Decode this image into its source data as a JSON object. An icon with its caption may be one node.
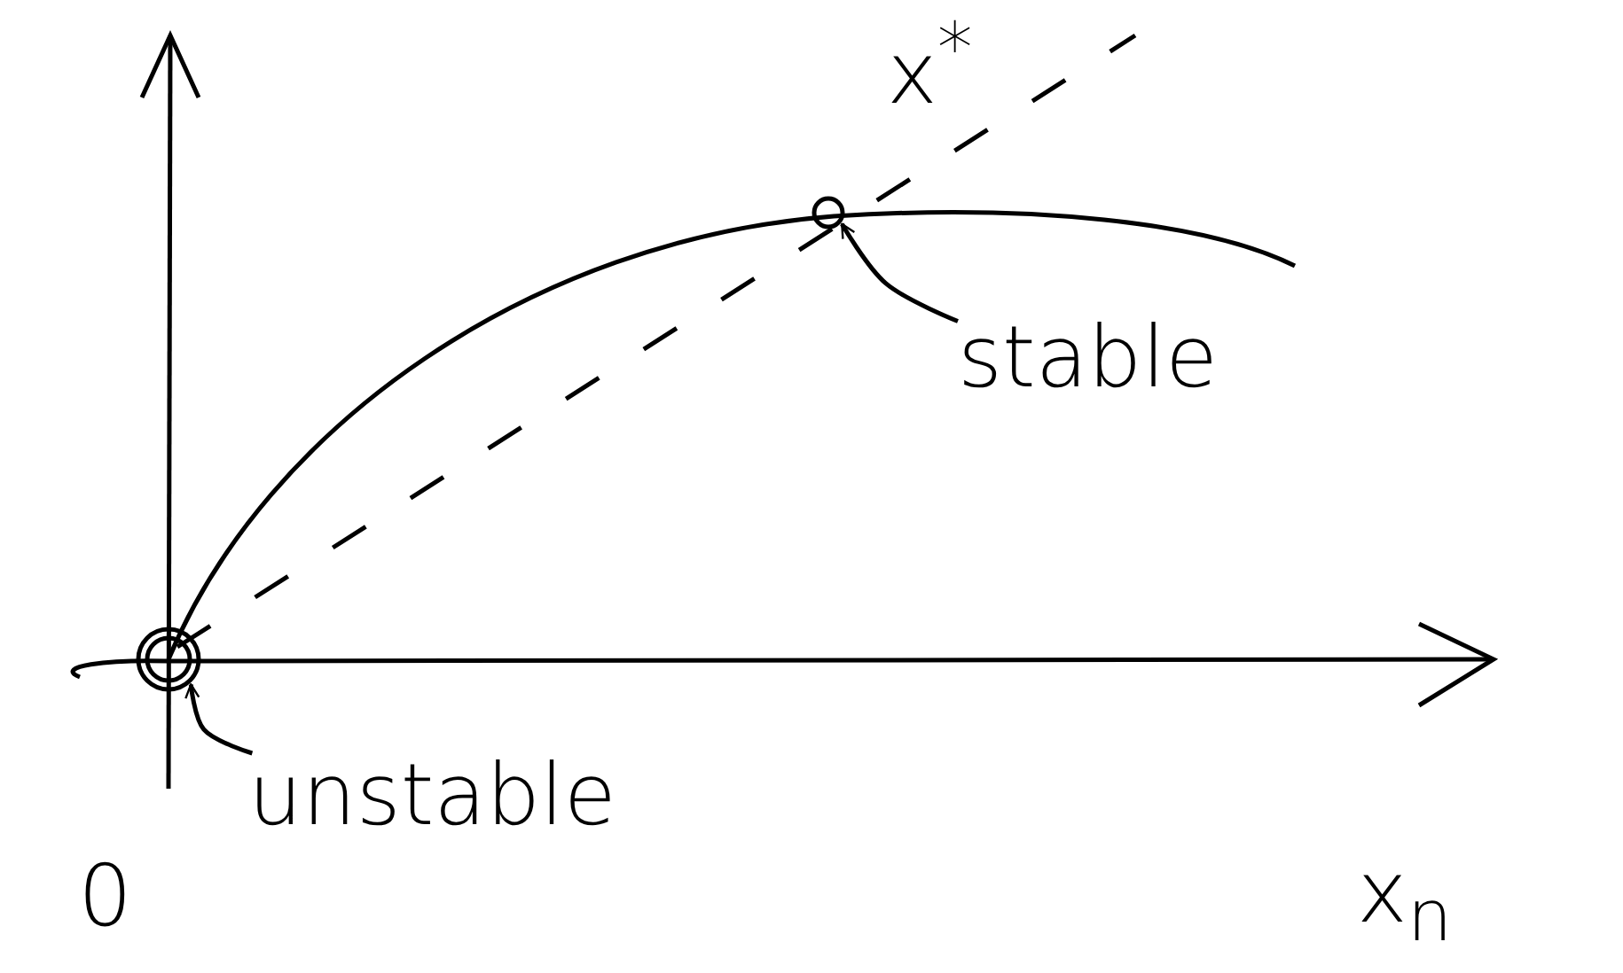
{
  "diagram": {
    "nodes": [
      {
        "text": [],
        "shape": "circle"
      },
      {
        "text": [],
        "shape": "circle"
      },
      {
        "text": [
          "stable"
        ]
      },
      {
        "text": [
          "unstable"
        ]
      }
    ],
    "edges": [
      {
        "from": 2,
        "to": 1,
        "arrow": "to"
      },
      {
        "from": 3,
        "to": 0,
        "arrow": "to"
      }
    ],
    "labels": [
      "x$^{*}$",
      "0",
      "x$_{n}$"
    ]
  }
}
